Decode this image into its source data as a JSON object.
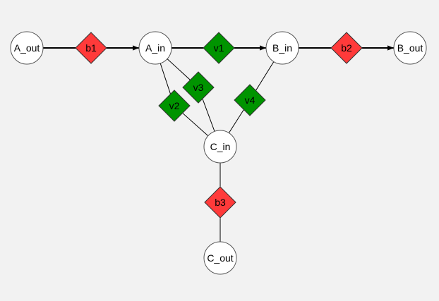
{
  "diagram": {
    "background": "#f2f2f2",
    "colors": {
      "circle_fill": "#ffffff",
      "circle_stroke": "#555555",
      "valve_fill": "#009400",
      "bottleneck_fill": "#ff3a3a",
      "edge": "#000000"
    },
    "nodes": [
      {
        "id": "A_out",
        "label": "A_out",
        "kind": "circle"
      },
      {
        "id": "b1",
        "label": "b1",
        "kind": "bottleneck"
      },
      {
        "id": "A_in",
        "label": "A_in",
        "kind": "circle"
      },
      {
        "id": "v1",
        "label": "v1",
        "kind": "valve"
      },
      {
        "id": "B_in",
        "label": "B_in",
        "kind": "circle"
      },
      {
        "id": "b2",
        "label": "b2",
        "kind": "bottleneck"
      },
      {
        "id": "B_out",
        "label": "B_out",
        "kind": "circle"
      },
      {
        "id": "v2",
        "label": "v2",
        "kind": "valve"
      },
      {
        "id": "v3",
        "label": "v3",
        "kind": "valve"
      },
      {
        "id": "v4",
        "label": "v4",
        "kind": "valve"
      },
      {
        "id": "C_in",
        "label": "C_in",
        "kind": "circle"
      },
      {
        "id": "b3",
        "label": "b3",
        "kind": "bottleneck"
      },
      {
        "id": "C_out",
        "label": "C_out",
        "kind": "circle"
      }
    ],
    "edges": [
      {
        "from": "A_out",
        "to": "b1",
        "arrow": false,
        "bold": true
      },
      {
        "from": "b1",
        "to": "A_in",
        "arrow": true,
        "bold": true
      },
      {
        "from": "A_in",
        "to": "v1",
        "arrow": false,
        "bold": true
      },
      {
        "from": "v1",
        "to": "B_in",
        "arrow": true,
        "bold": true
      },
      {
        "from": "B_in",
        "to": "b2",
        "arrow": false,
        "bold": true
      },
      {
        "from": "b2",
        "to": "B_out",
        "arrow": true,
        "bold": true
      },
      {
        "from": "A_in",
        "to": "v2",
        "arrow": false,
        "bold": false
      },
      {
        "from": "v2",
        "to": "C_in",
        "arrow": false,
        "bold": false
      },
      {
        "from": "A_in",
        "to": "v3",
        "arrow": false,
        "bold": false
      },
      {
        "from": "v3",
        "to": "C_in",
        "arrow": false,
        "bold": false
      },
      {
        "from": "B_in",
        "to": "v4",
        "arrow": false,
        "bold": false
      },
      {
        "from": "v4",
        "to": "C_in",
        "arrow": false,
        "bold": false
      },
      {
        "from": "C_in",
        "to": "b3",
        "arrow": false,
        "bold": false
      },
      {
        "from": "b3",
        "to": "C_out",
        "arrow": false,
        "bold": false
      }
    ]
  }
}
